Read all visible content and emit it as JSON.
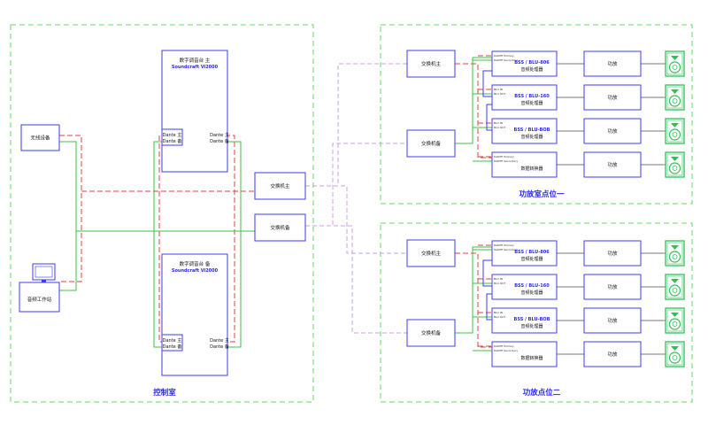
{
  "control_room": {
    "title": "控制室",
    "wifi_label": "无线设备",
    "workstation_label": "音频工作站",
    "console_main": {
      "line1": "数字调音台 主",
      "line2": "Soundcraft Vi2000",
      "dante_main": "Dante 主",
      "dante_backup": "Dante 备"
    },
    "console_backup": {
      "line1": "数字调音台 备",
      "line2": "Soundcraft Vi2000",
      "dante_main": "Dante 主",
      "dante_backup": "Dante 备"
    },
    "switch_main": "交换机主",
    "switch_backup": "交换机备"
  },
  "amp_rooms": [
    {
      "title": "功放室点位一",
      "switch_main": "交换机主",
      "switch_backup": "交换机备",
      "processors": [
        {
          "model": "BSS / BLU-806",
          "name": "音频处理器",
          "ports": [
            "DANTE Primary",
            "DANTE Secondary"
          ]
        },
        {
          "model": "BSS / BLU-160",
          "name": "音频处理器",
          "ports": [
            "BLU IN",
            "BLU OUT"
          ]
        },
        {
          "model": "BSS / BLU-BOB",
          "name": "音频处理器",
          "ports": [
            "BLU IN",
            "BLU OUT"
          ]
        }
      ],
      "monitor": {
        "name": "数据转换器",
        "ports": [
          "DANTE Primary",
          "DANTE Secondary"
        ]
      },
      "amps": [
        "功放",
        "功放",
        "功放",
        "功放"
      ]
    },
    {
      "title": "功放点位二",
      "switch_main": "交换机主",
      "switch_backup": "交换机备",
      "processors": [
        {
          "model": "BSS / BLU-806",
          "name": "音频处理器",
          "ports": [
            "DANTE Primary",
            "DANTE Secondary"
          ]
        },
        {
          "model": "BSS / BLU-160",
          "name": "音频处理器",
          "ports": [
            "BLU IN",
            "BLU OUT"
          ]
        },
        {
          "model": "BSS / BLU-BOB",
          "name": "音频处理器",
          "ports": [
            "BLU IN",
            "BLU OUT"
          ]
        }
      ],
      "monitor": {
        "name": "数据转换器",
        "ports": [
          "DANTE Primary",
          "DANTE Secondary"
        ]
      },
      "amps": [
        "功放",
        "功放",
        "功放",
        "功放"
      ]
    }
  ],
  "colors": {
    "zone": "#63d863",
    "primary_line": "#e04040",
    "secondary_line": "#3fbf3f",
    "uplink": "#c9a0e6",
    "device": "#3d3df0",
    "speaker": "#2fbf5a"
  },
  "speaker_icon": "speaker-icon"
}
